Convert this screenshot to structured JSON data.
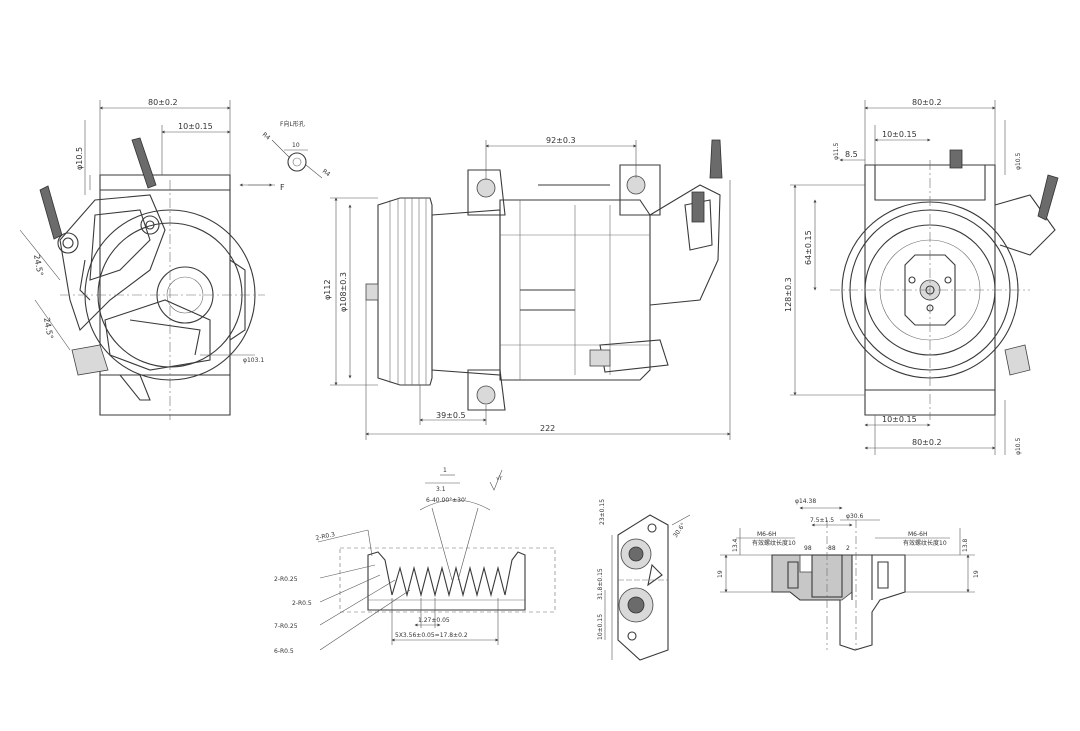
{
  "dimensions": {
    "left_view": {
      "width_top": "80±0.2",
      "offset_top": "10±0.15",
      "dia_left": "φ10.5",
      "angle_1": "24.5°",
      "angle_2": "24.5°",
      "dia_inner": "φ103.1"
    },
    "detail_f": {
      "title": "F向L形孔",
      "dim_a": "R4",
      "dim_b": "10",
      "dim_c": "R4",
      "arrow_label": "F"
    },
    "center_view": {
      "top": "92±0.3",
      "dia_outer": "φ112",
      "dia_pulley": "φ108±0.3",
      "bottom_small": "39±0.5",
      "overall": "222"
    },
    "right_view": {
      "width_top": "80±0.2",
      "offset_top": "10±0.15",
      "small_dim": "8.5",
      "dia_small": "φ11.5",
      "dia_right": "φ10.5",
      "height_mid": "64±0.15",
      "height_total": "128±0.3",
      "offset_bottom": "10±0.15",
      "width_bottom": "80±0.2",
      "dia_right_bottom": "φ10.5"
    },
    "pulley_detail": {
      "ratio_top": "1",
      "ratio_bottom": "3.1",
      "roughness": "√r",
      "groove_angle": "6-40.00°±30'",
      "r1": "2-R0.3",
      "r2": "2-R0.25",
      "r3": "2-R0.5",
      "r4": "7-R0.25",
      "r5": "6-R0.5",
      "pitch": "1.27±0.05",
      "total": "5X3.56±0.05=17.8±0.2"
    },
    "bracket_detail": {
      "top": "23±0.15",
      "angle": "30.6°",
      "mid": "31.8±0.15",
      "bottom": "10±0.15"
    },
    "section_detail": {
      "dia_top": "φ14.38",
      "spacing": "7.5±1.5",
      "dia_right": "φ30.6",
      "thread_left": "M6-6H",
      "thread_left_sub": "有效螺纹长度10",
      "thread_right": "M6-6H",
      "thread_right_sub": "有效螺纹长度10",
      "left_h": "13.4",
      "right_h": "13.8",
      "height_left": "19",
      "height_right": "19",
      "small_a": "98",
      "small_b": "88",
      "small_c": "2"
    }
  }
}
